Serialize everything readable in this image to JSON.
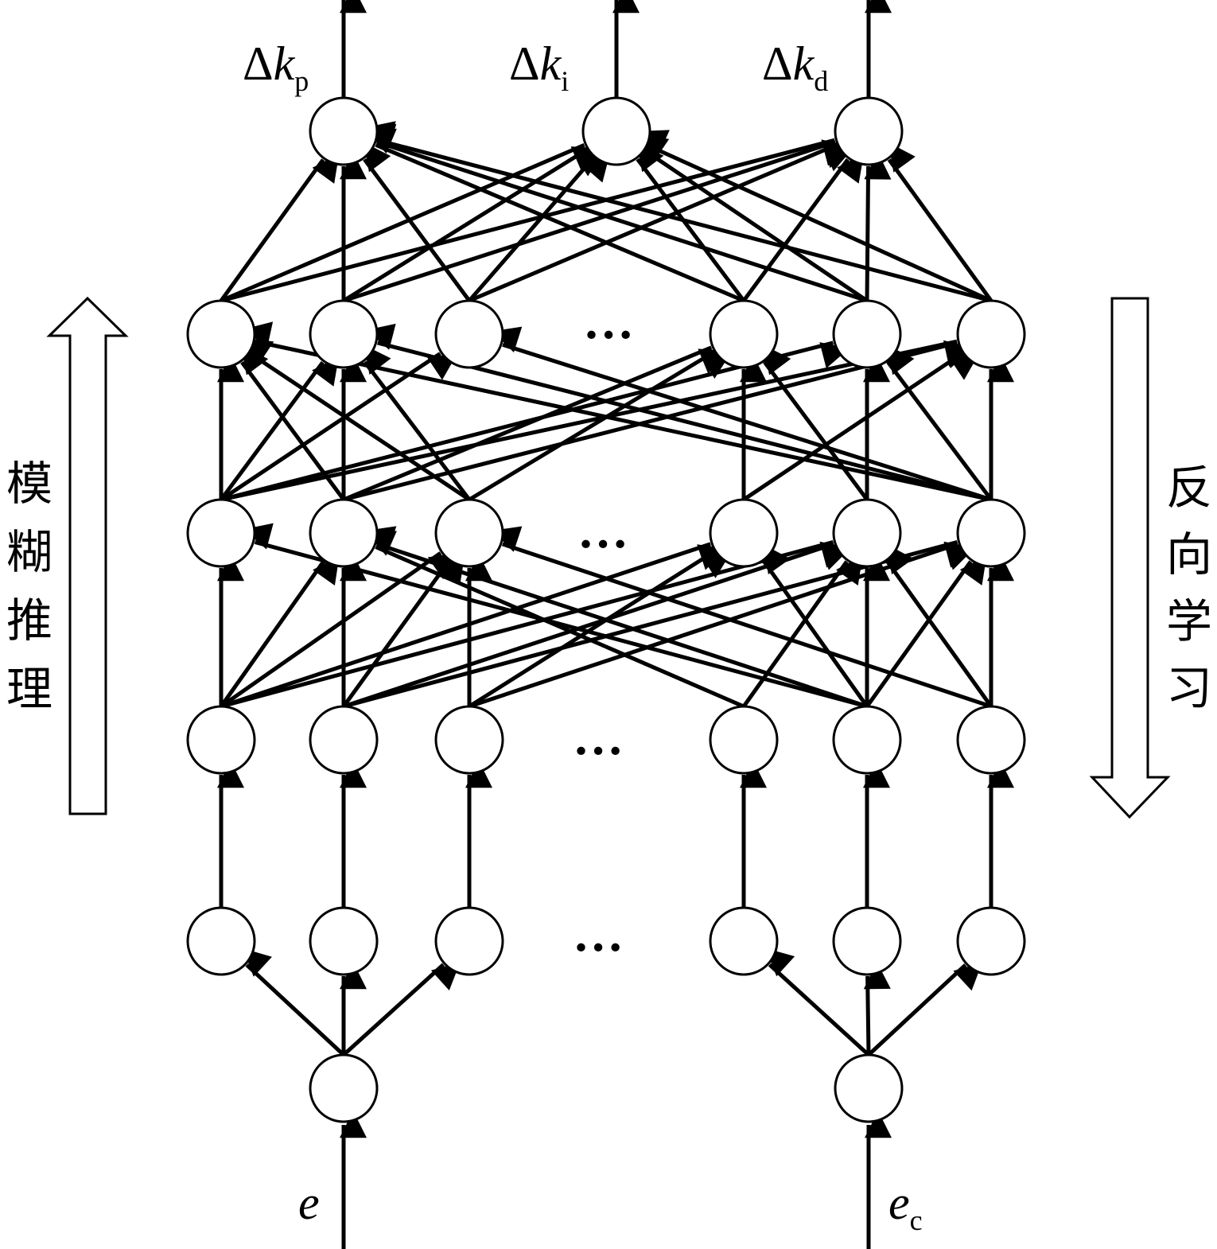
{
  "outputs": {
    "kp": {
      "delta": "Δ",
      "var": "k",
      "sub": "p"
    },
    "ki": {
      "delta": "Δ",
      "var": "k",
      "sub": "i"
    },
    "kd": {
      "delta": "Δ",
      "var": "k",
      "sub": "d"
    }
  },
  "inputs": {
    "e": {
      "var": "e"
    },
    "ec": {
      "var": "e",
      "sub": "c"
    }
  },
  "side_labels": {
    "left": "模糊推理",
    "right": "反向学习"
  },
  "ellipsis": "…",
  "colors": {
    "stroke": "#000000",
    "node_fill": "#ffffff",
    "background": "#ffffff"
  }
}
